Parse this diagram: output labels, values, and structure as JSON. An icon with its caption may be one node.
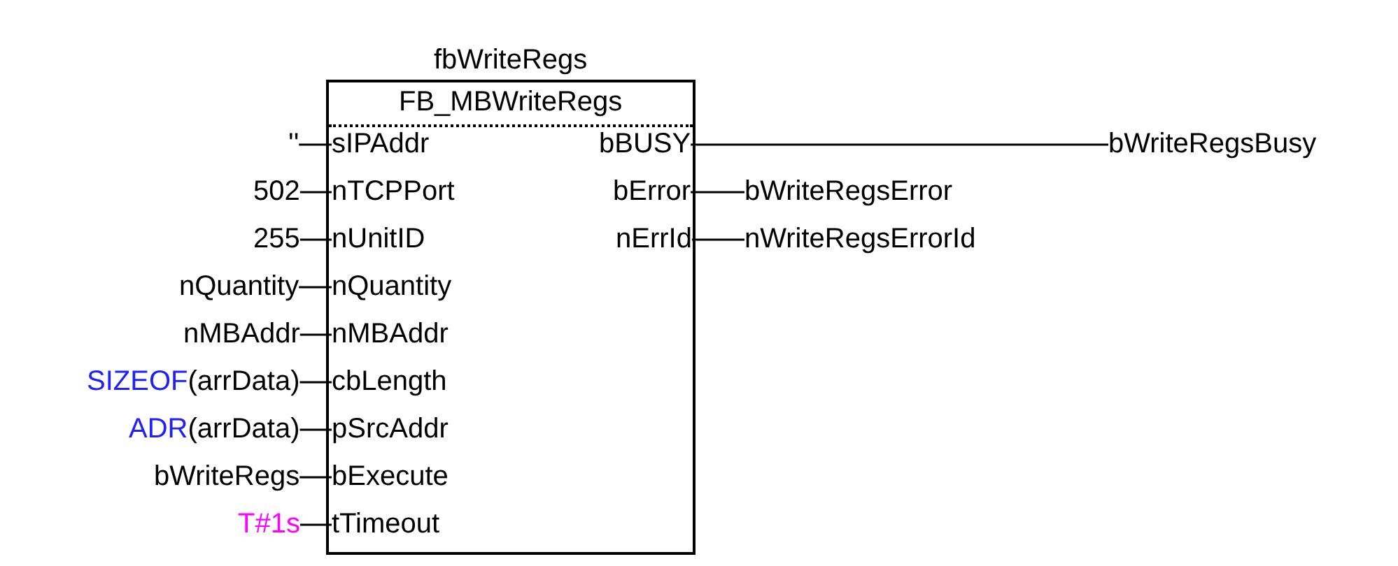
{
  "diagram": {
    "nodes": [
      {
        "text": [
          "fbWriteRegs",
          "FB_MBWriteRegs"
        ]
      },
      {
        "text": [
          "''"
        ]
      },
      {
        "text": [
          "sIPAddr"
        ],
        "in": 0
      },
      {
        "text": [
          "bBUSY"
        ],
        "in": 0
      },
      {
        "text": [
          "bWriteRegsBusy"
        ]
      },
      {
        "text": [
          "502"
        ]
      },
      {
        "text": [
          "nTCPPort"
        ],
        "in": 0
      },
      {
        "text": [
          "bError"
        ],
        "in": 0
      },
      {
        "text": [
          "bWriteRegsError"
        ]
      },
      {
        "text": [
          "255"
        ]
      },
      {
        "text": [
          "nUnitID"
        ],
        "in": 0
      },
      {
        "text": [
          "nErrId"
        ],
        "in": 0
      },
      {
        "text": [
          "nWriteRegsErrorId"
        ]
      },
      {
        "text": [
          "nQuantity"
        ]
      },
      {
        "text": [
          "nQuantity"
        ],
        "in": 0
      },
      {
        "text": [
          "nMBAddr"
        ]
      },
      {
        "text": [
          "nMBAddr"
        ],
        "in": 0
      },
      {
        "text": [
          "SIZEOF(arrData)"
        ]
      },
      {
        "text": [
          "cbLength"
        ],
        "in": 0
      },
      {
        "text": [
          "ADR(arrData)"
        ]
      },
      {
        "text": [
          "pSrcAddr"
        ],
        "in": 0
      },
      {
        "text": [
          "bWriteRegs"
        ]
      },
      {
        "text": [
          "bExecute"
        ],
        "in": 0
      },
      {
        "text": [
          "T#1s"
        ]
      },
      {
        "text": [
          "tTimeout"
        ],
        "in": 0
      }
    ],
    "edges": [
      {
        "from": 1,
        "to": 2,
        "arrow": "none"
      },
      {
        "from": 3,
        "to": 4,
        "arrow": "none"
      },
      {
        "from": 5,
        "to": 6,
        "arrow": "none"
      },
      {
        "from": 7,
        "to": 8,
        "arrow": "none"
      },
      {
        "from": 9,
        "to": 10,
        "arrow": "none"
      },
      {
        "from": 11,
        "to": 12,
        "arrow": "none"
      },
      {
        "from": 13,
        "to": 14,
        "arrow": "none"
      },
      {
        "from": 15,
        "to": 16,
        "arrow": "none"
      },
      {
        "from": 17,
        "to": 18,
        "arrow": "none"
      },
      {
        "from": 19,
        "to": 20,
        "arrow": "none"
      },
      {
        "from": 21,
        "to": 22,
        "arrow": "none"
      },
      {
        "from": 23,
        "to": 24,
        "arrow": "none"
      }
    ]
  }
}
